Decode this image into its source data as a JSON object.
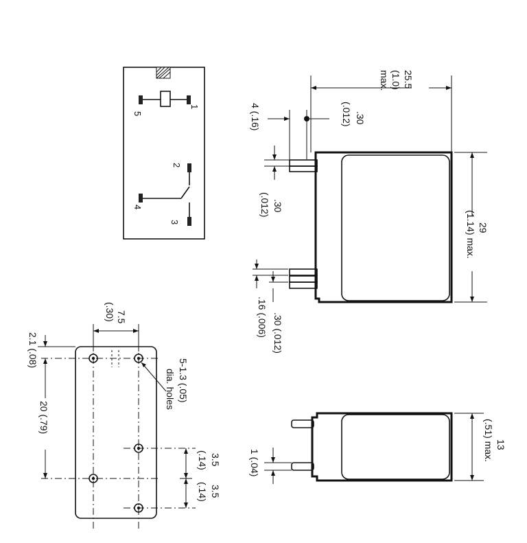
{
  "schematic": {
    "pins": [
      "1",
      "2",
      "3",
      "4",
      "5"
    ]
  },
  "side_view": {
    "dim_overall_width": [
      "25.5",
      "(1.0)",
      "max."
    ],
    "dim_pin_depth": "4 (.16)",
    "dim_pin_thickness": [
      ".30",
      "(.012)"
    ],
    "dim_pin_thickness_2": [
      ".30",
      "(.012)"
    ],
    "dim_length": [
      "29",
      "(1.14) max."
    ],
    "dim_pin_width": ".16 (.006)",
    "dim_pin_width_2": ".30 (.012)"
  },
  "end_view": {
    "dim_height": [
      "13",
      "(.51) max."
    ],
    "dim_pin_width": "1 (.04)"
  },
  "footprint": {
    "dim_pitch_x": [
      "7.5",
      "(.30)"
    ],
    "dim_offset": "2.1 (.08)",
    "dim_pitch_y": "20 (.79)",
    "hole_note": [
      "5-1.3 (.05)",
      "dia. holes"
    ],
    "dim_spacing_a": [
      "3.5",
      "(.14)"
    ],
    "dim_spacing_b": [
      "3.5",
      "(.14)"
    ]
  }
}
